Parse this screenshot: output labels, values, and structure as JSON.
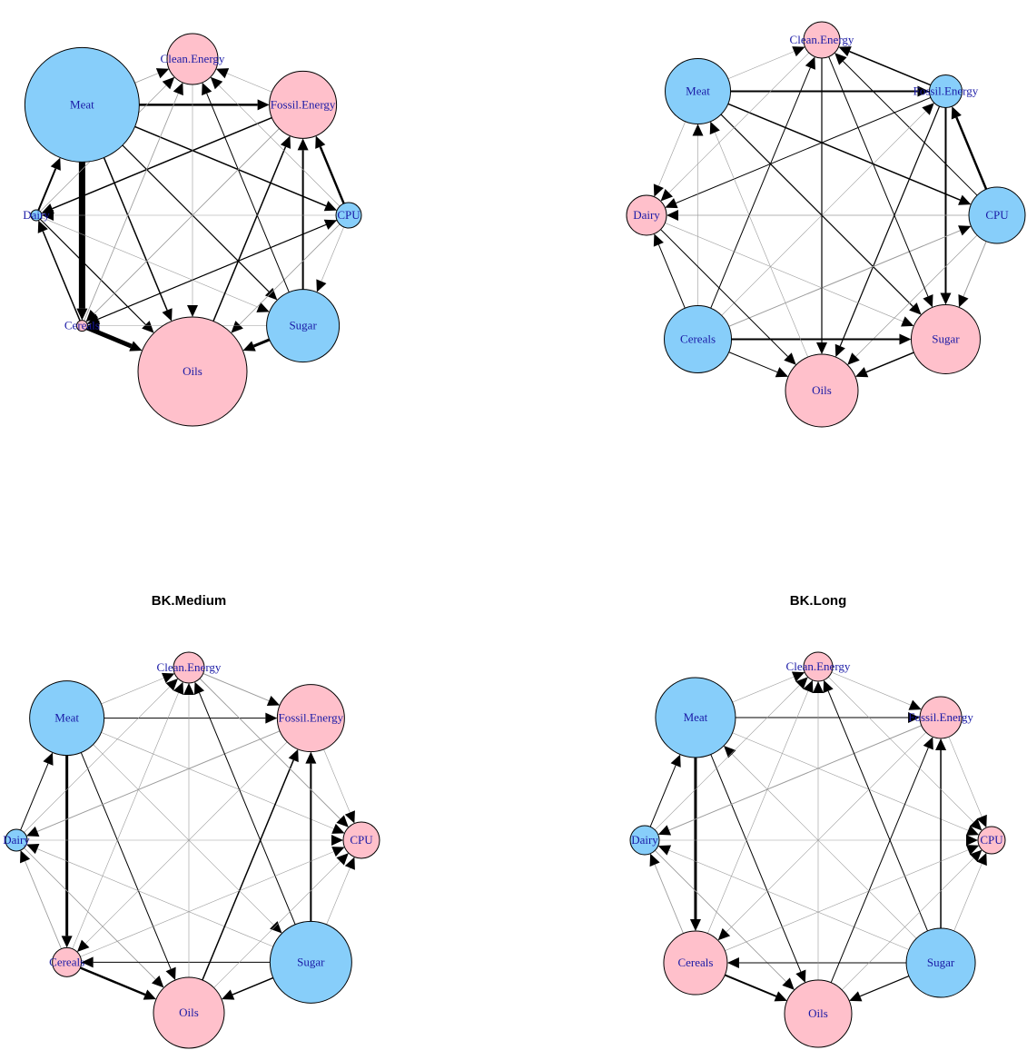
{
  "colors": {
    "blue": "#87CEFA",
    "pink": "#FFC0CB",
    "label": "#1a1aa6",
    "edge": "#000000",
    "weak_edge": "#9a9a9a"
  },
  "panels": [
    {
      "title": "",
      "nodes": [
        {
          "id": "CE",
          "label": "Clean.Energy",
          "color": "pink"
        },
        {
          "id": "FE",
          "label": "Fossil.Energy",
          "color": "pink"
        },
        {
          "id": "CPU",
          "label": "CPU",
          "color": "blue"
        },
        {
          "id": "S",
          "label": "Sugar",
          "color": "blue"
        },
        {
          "id": "O",
          "label": "Oils",
          "color": "pink"
        },
        {
          "id": "C",
          "label": "Cereals",
          "color": "pink"
        },
        {
          "id": "D",
          "label": "Dairy",
          "color": "blue"
        },
        {
          "id": "M",
          "label": "Meat",
          "color": "blue"
        }
      ],
      "edges": [
        [
          "M",
          "FE",
          2.5
        ],
        [
          "M",
          "CE",
          0.6
        ],
        [
          "M",
          "C",
          7
        ],
        [
          "M",
          "CPU",
          1.5
        ],
        [
          "M",
          "S",
          1.2
        ],
        [
          "M",
          "O",
          1.5
        ],
        [
          "FE",
          "D",
          1.5
        ],
        [
          "D",
          "M",
          2
        ],
        [
          "C",
          "D",
          1.5
        ],
        [
          "D",
          "O",
          1.2
        ],
        [
          "D",
          "S",
          0.5
        ],
        [
          "C",
          "O",
          5
        ],
        [
          "S",
          "O",
          3
        ],
        [
          "S",
          "FE",
          2
        ],
        [
          "CPU",
          "FE",
          2.5
        ],
        [
          "CPU",
          "S",
          0.5
        ],
        [
          "CPU",
          "O",
          0.7
        ],
        [
          "CPU",
          "C",
          1
        ],
        [
          "C",
          "CPU",
          1
        ],
        [
          "C",
          "CE",
          0.7
        ],
        [
          "O",
          "FE",
          1.5
        ],
        [
          "S",
          "CE",
          1
        ],
        [
          "CPU",
          "CE",
          0.5
        ],
        [
          "FE",
          "CE",
          0.5
        ],
        [
          "CE",
          "O",
          0.5
        ],
        [
          "CPU",
          "D",
          0.5
        ],
        [
          "S",
          "C",
          0.5
        ],
        [
          "FE",
          "C",
          0.7
        ],
        [
          "D",
          "CE",
          0.6
        ]
      ]
    },
    {
      "title": "",
      "nodes": [
        {
          "id": "CE",
          "label": "Clean.Energy",
          "color": "pink"
        },
        {
          "id": "FE",
          "label": "Fossil.Energy",
          "color": "blue"
        },
        {
          "id": "CPU",
          "label": "CPU",
          "color": "blue"
        },
        {
          "id": "S",
          "label": "Sugar",
          "color": "pink"
        },
        {
          "id": "O",
          "label": "Oils",
          "color": "pink"
        },
        {
          "id": "C",
          "label": "Cereals",
          "color": "blue"
        },
        {
          "id": "D",
          "label": "Dairy",
          "color": "pink"
        },
        {
          "id": "M",
          "label": "Meat",
          "color": "blue"
        }
      ],
      "edges": [
        [
          "M",
          "FE",
          2
        ],
        [
          "M",
          "CPU",
          1.5
        ],
        [
          "M",
          "S",
          1.2
        ],
        [
          "M",
          "CE",
          0.5
        ],
        [
          "M",
          "D",
          0.5
        ],
        [
          "FE",
          "CE",
          1.5
        ],
        [
          "CPU",
          "CE",
          1
        ],
        [
          "CPU",
          "FE",
          2.5
        ],
        [
          "FE",
          "S",
          2
        ],
        [
          "FE",
          "O",
          1.2
        ],
        [
          "FE",
          "D",
          1
        ],
        [
          "CPU",
          "D",
          0.7
        ],
        [
          "CPU",
          "S",
          0.8
        ],
        [
          "CPU",
          "O",
          0.6
        ],
        [
          "C",
          "S",
          2
        ],
        [
          "C",
          "O",
          1
        ],
        [
          "C",
          "D",
          1
        ],
        [
          "C",
          "M",
          0.5
        ],
        [
          "C",
          "CE",
          1
        ],
        [
          "C",
          "CPU",
          0.8
        ],
        [
          "C",
          "FE",
          0.5
        ],
        [
          "CE",
          "O",
          1.2
        ],
        [
          "CE",
          "S",
          1
        ],
        [
          "CE",
          "D",
          0.5
        ],
        [
          "D",
          "O",
          1
        ],
        [
          "D",
          "S",
          0.5
        ],
        [
          "O",
          "M",
          0.5
        ],
        [
          "S",
          "O",
          1.5
        ]
      ]
    },
    {
      "title": "BK.Medium",
      "nodes": [
        {
          "id": "CE",
          "label": "Clean.Energy",
          "color": "pink"
        },
        {
          "id": "FE",
          "label": "Fossil.Energy",
          "color": "pink"
        },
        {
          "id": "CPU",
          "label": "CPU",
          "color": "pink"
        },
        {
          "id": "S",
          "label": "Sugar",
          "color": "blue"
        },
        {
          "id": "O",
          "label": "Oils",
          "color": "pink"
        },
        {
          "id": "C",
          "label": "Cereals",
          "color": "pink"
        },
        {
          "id": "D",
          "label": "Dairy",
          "color": "blue"
        },
        {
          "id": "M",
          "label": "Meat",
          "color": "blue"
        }
      ],
      "edges": [
        [
          "M",
          "C",
          3
        ],
        [
          "M",
          "FE",
          1
        ],
        [
          "M",
          "O",
          1
        ],
        [
          "M",
          "CE",
          0.5
        ],
        [
          "M",
          "S",
          0.5
        ],
        [
          "M",
          "CPU",
          0.5
        ],
        [
          "D",
          "M",
          1
        ],
        [
          "C",
          "D",
          0.7
        ],
        [
          "D",
          "O",
          0.7
        ],
        [
          "D",
          "CPU",
          0.5
        ],
        [
          "FE",
          "D",
          0.8
        ],
        [
          "S",
          "D",
          0.5
        ],
        [
          "C",
          "O",
          2.5
        ],
        [
          "S",
          "O",
          1.5
        ],
        [
          "S",
          "C",
          1
        ],
        [
          "S",
          "FE",
          2
        ],
        [
          "S",
          "CE",
          1
        ],
        [
          "O",
          "FE",
          1.5
        ],
        [
          "O",
          "CE",
          0.5
        ],
        [
          "CE",
          "FE",
          0.8
        ],
        [
          "CE",
          "CPU",
          0.8
        ],
        [
          "FE",
          "CPU",
          0.5
        ],
        [
          "S",
          "CPU",
          0.5
        ],
        [
          "O",
          "CPU",
          0.5
        ],
        [
          "C",
          "CPU",
          0.5
        ],
        [
          "FE",
          "C",
          0.5
        ],
        [
          "C",
          "CE",
          0.5
        ],
        [
          "D",
          "CE",
          0.5
        ]
      ]
    },
    {
      "title": "BK.Long",
      "nodes": [
        {
          "id": "CE",
          "label": "Clean.Energy",
          "color": "pink"
        },
        {
          "id": "FE",
          "label": "Fossil.Energy",
          "color": "pink"
        },
        {
          "id": "CPU",
          "label": "CPU",
          "color": "pink"
        },
        {
          "id": "S",
          "label": "Sugar",
          "color": "blue"
        },
        {
          "id": "O",
          "label": "Oils",
          "color": "pink"
        },
        {
          "id": "C",
          "label": "Cereals",
          "color": "pink"
        },
        {
          "id": "D",
          "label": "Dairy",
          "color": "blue"
        },
        {
          "id": "M",
          "label": "Meat",
          "color": "blue"
        }
      ],
      "edges": [
        [
          "M",
          "C",
          3
        ],
        [
          "M",
          "FE",
          1
        ],
        [
          "M",
          "O",
          1
        ],
        [
          "M",
          "CE",
          0.5
        ],
        [
          "M",
          "CPU",
          0.5
        ],
        [
          "D",
          "M",
          1
        ],
        [
          "C",
          "D",
          0.7
        ],
        [
          "D",
          "O",
          0.7
        ],
        [
          "D",
          "CPU",
          0.5
        ],
        [
          "FE",
          "D",
          0.8
        ],
        [
          "S",
          "D",
          0.5
        ],
        [
          "S",
          "M",
          0.5
        ],
        [
          "C",
          "O",
          2
        ],
        [
          "S",
          "O",
          1.2
        ],
        [
          "S",
          "C",
          1
        ],
        [
          "S",
          "FE",
          1.5
        ],
        [
          "S",
          "CE",
          1
        ],
        [
          "O",
          "FE",
          1
        ],
        [
          "O",
          "CE",
          0.5
        ],
        [
          "CE",
          "FE",
          0.5
        ],
        [
          "CE",
          "CPU",
          0.5
        ],
        [
          "FE",
          "CPU",
          0.5
        ],
        [
          "S",
          "CPU",
          0.5
        ],
        [
          "O",
          "CPU",
          0.5
        ],
        [
          "C",
          "CPU",
          0.5
        ],
        [
          "FE",
          "C",
          0.5
        ],
        [
          "C",
          "CE",
          0.5
        ],
        [
          "D",
          "CE",
          0.5
        ]
      ]
    }
  ]
}
